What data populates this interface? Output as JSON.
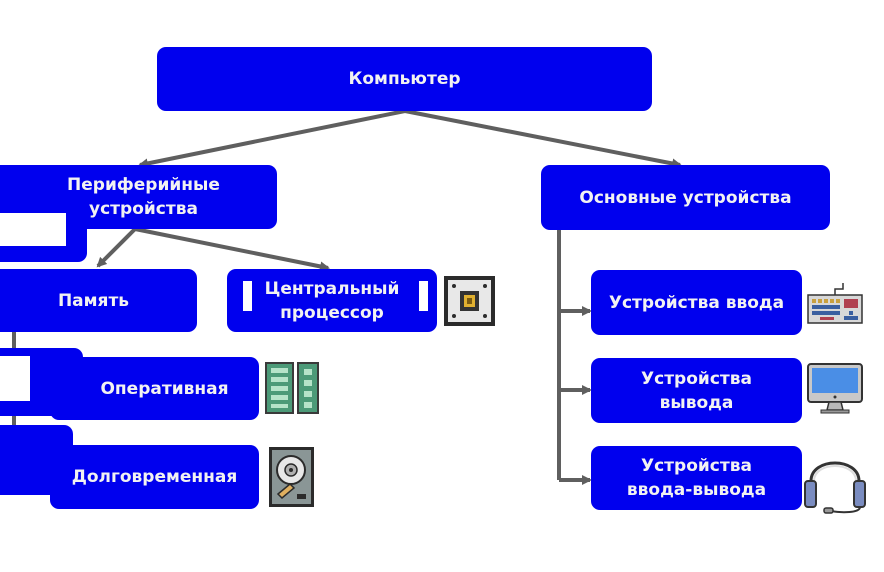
{
  "diagram": {
    "root": {
      "label": "Компьютер"
    },
    "peripheral": {
      "line1": "Периферийные",
      "line2": "устройства"
    },
    "main": {
      "label": "Основные устройства"
    },
    "memory": {
      "label": "Память"
    },
    "cpu": {
      "line1": "Центральный",
      "line2": "процессор",
      "icon": "cpu-chip-icon"
    },
    "ram": {
      "label": "Оперативная",
      "icon": "ram-module-icon"
    },
    "storage": {
      "label": "Долговременная",
      "icon": "hard-drive-icon"
    },
    "input": {
      "label": "Устройства ввода",
      "icon": "keyboard-icon"
    },
    "output": {
      "line1": "Устройства",
      "line2": "вывода",
      "icon": "monitor-icon"
    },
    "io": {
      "line1": "Устройства",
      "line2": "ввода-вывода",
      "icon": "headset-icon"
    }
  },
  "colors": {
    "node_fill": "#0000ee",
    "node_text": "#f2f2f2",
    "connector": "#5f5f5f"
  }
}
